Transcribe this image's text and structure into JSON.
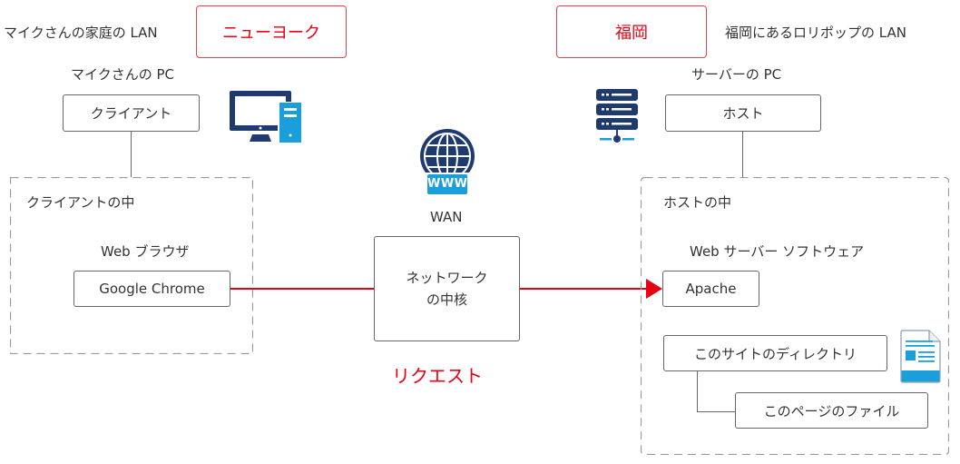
{
  "left_site": {
    "lan_label": "マイクさんの家庭の LAN",
    "location": "ニューヨーク",
    "pc_label": "マイクさんの PC",
    "client_box": "クライアント",
    "inner_title": "クライアントの中",
    "browser_label": "Web ブラウザ",
    "browser_box": "Google Chrome",
    "pc_icon": "desktop-computer-icon"
  },
  "wan": {
    "icon": "www-globe-icon",
    "icon_text": "WWW",
    "label": "WAN",
    "core_box_line1": "ネットワーク",
    "core_box_line2": "の中核",
    "request_label": "リクエスト"
  },
  "right_site": {
    "location": "福岡",
    "lan_label": "福岡にあるロリポップの LAN",
    "pc_label": "サーバーの PC",
    "host_box": "ホスト",
    "inner_title": "ホストの中",
    "server_software_label": "Web サーバー ソフトウェア",
    "server_box": "Apache",
    "directory_box": "このサイトのディレクトリ",
    "file_box": "このページのファイル",
    "server_icon": "server-rack-icon",
    "document_icon": "document-icon"
  },
  "colors": {
    "accent_red": "#e60012",
    "navy": "#1f3a6e",
    "blue": "#1a9fdb",
    "border_gray": "#666666",
    "dash_gray": "#999999"
  }
}
